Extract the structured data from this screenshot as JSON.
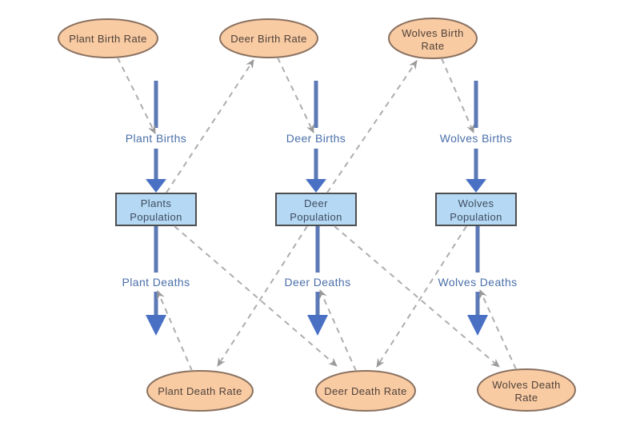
{
  "diagram_type": "stock-and-flow system dynamics model",
  "colors": {
    "background": "#FFFFFF",
    "ellipse_fill": "#F9CBA3",
    "ellipse_stroke": "#8A7160",
    "ellipse_text": "#4E413A",
    "stock_fill": "#B5D9F4",
    "stock_stroke": "#4E4E4E",
    "stock_text": "#3D4B5E",
    "flow_line": "#5B79B5",
    "flow_head": "#4A70C4",
    "flow_text": "#4A6FA9",
    "connector": "#ADADAD",
    "connector_head": "#9A9A9A"
  },
  "nodes": {
    "plant_birth_rate": {
      "label": "Plant Birth Rate"
    },
    "deer_birth_rate": {
      "label": "Deer Birth Rate"
    },
    "wolves_birth_rate": {
      "line1": "Wolves Birth",
      "line2": "Rate"
    },
    "plants_population": {
      "line1": "Plants",
      "line2": "Population"
    },
    "deer_population": {
      "line1": "Deer",
      "line2": "Population"
    },
    "wolves_population": {
      "line1": "Wolves",
      "line2": "Population"
    },
    "plant_death_rate": {
      "label": "Plant Death Rate"
    },
    "deer_death_rate": {
      "label": "Deer Death Rate"
    },
    "wolves_death_rate": {
      "line1": "Wolves Death",
      "line2": "Rate"
    }
  },
  "flow_labels": {
    "plant_births": "Plant Births",
    "deer_births": "Deer Births",
    "wolves_births": "Wolves Births",
    "plant_deaths": "Plant Deaths",
    "deer_deaths": "Deer Deaths",
    "wolves_deaths": "Wolves Deaths"
  },
  "edges": [
    {
      "from": "plant-birth-rate",
      "to": "plant-births-flow"
    },
    {
      "from": "deer-birth-rate",
      "to": "deer-births-flow"
    },
    {
      "from": "wolves-birth-rate",
      "to": "wolves-births-flow"
    },
    {
      "from": "plants-population",
      "to": "deer-birth-rate"
    },
    {
      "from": "deer-population",
      "to": "wolves-birth-rate"
    },
    {
      "from": "plant-death-rate",
      "to": "plant-deaths-flow"
    },
    {
      "from": "deer-death-rate",
      "to": "deer-deaths-flow"
    },
    {
      "from": "wolves-death-rate",
      "to": "wolves-deaths-flow"
    },
    {
      "from": "deer-population",
      "to": "plant-death-rate"
    },
    {
      "from": "plants-population",
      "to": "deer-death-rate"
    },
    {
      "from": "wolves-population",
      "to": "deer-death-rate"
    },
    {
      "from": "deer-population",
      "to": "wolves-death-rate"
    }
  ]
}
